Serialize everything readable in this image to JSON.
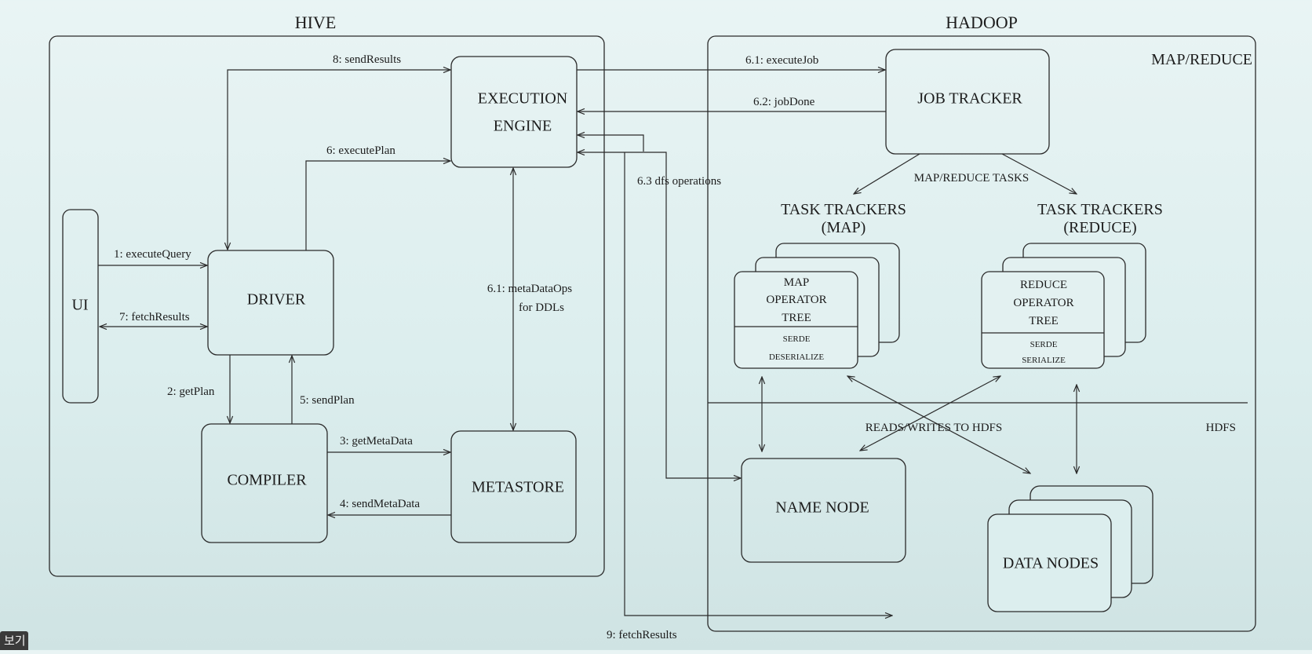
{
  "sections": {
    "hive": "HIVE",
    "hadoop": "HADOOP",
    "map_reduce": "MAP/REDUCE",
    "hdfs": "HDFS"
  },
  "components": {
    "ui": "UI",
    "driver": "DRIVER",
    "compiler": "COMPILER",
    "metastore": "METASTORE",
    "execution_engine": [
      "EXECUTION",
      "ENGINE"
    ],
    "job_tracker": "JOB TRACKER",
    "task_trackers_map": [
      "TASK TRACKERS",
      "(MAP)"
    ],
    "task_trackers_reduce": [
      "TASK TRACKERS",
      "(REDUCE)"
    ],
    "map_operator_tree": [
      "MAP",
      "OPERATOR",
      "TREE"
    ],
    "map_serde": [
      "SERDE",
      "DESERIALIZE"
    ],
    "reduce_operator_tree": [
      "REDUCE",
      "OPERATOR",
      "TREE"
    ],
    "reduce_serde": [
      "SERDE",
      "SERIALIZE"
    ],
    "name_node": "NAME NODE",
    "data_nodes": "DATA NODES"
  },
  "edges": {
    "execute_query": "1: executeQuery",
    "get_plan": "2: getPlan",
    "get_meta_data": "3: getMetaData",
    "send_meta_data": "4: sendMetaData",
    "send_plan": "5: sendPlan",
    "execute_plan": "6: executePlan",
    "meta_data_ops": [
      "6.1: metaDataOps",
      "for DDLs"
    ],
    "execute_job": "6.1: executeJob",
    "job_done": "6.2: jobDone",
    "dfs_operations": "6.3 dfs operations",
    "fetch_results_ui": "7: fetchResults",
    "send_results": "8: sendResults",
    "fetch_results_final": "9: fetchResults",
    "map_reduce_tasks": "MAP/REDUCE TASKS",
    "reads_writes_hdfs": "READS/WRITES TO HDFS"
  },
  "overlay": {
    "label": "보기"
  }
}
